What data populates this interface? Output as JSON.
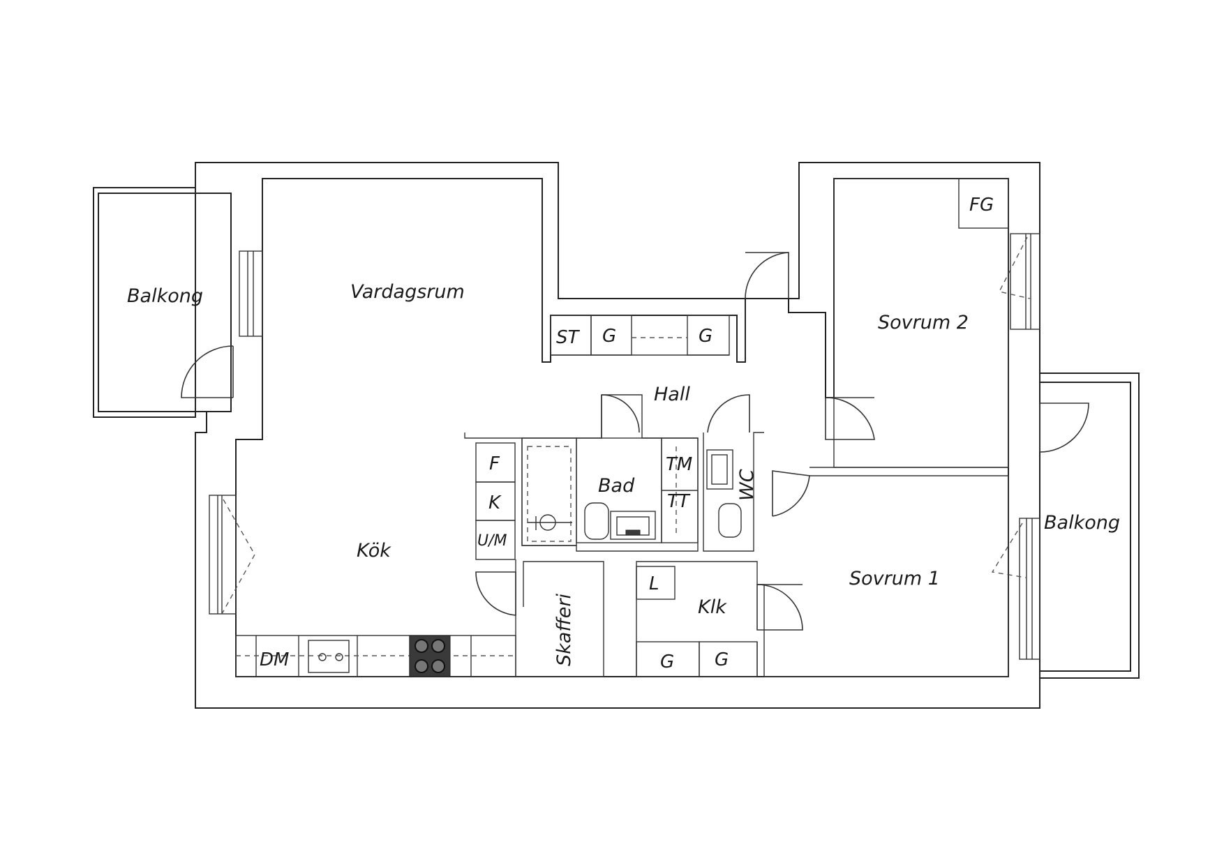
{
  "rooms": {
    "balkong_west": "Balkong",
    "vardagsrum": "Vardagsrum",
    "hall": "Hall",
    "sovrum2": "Sovrum 2",
    "bad": "Bad",
    "kok": "Kök",
    "sovrum1": "Sovrum 1",
    "balkong_east": "Balkong",
    "klk": "Klk",
    "skafferi": "Skafferi",
    "wc": "WC"
  },
  "fixtures": {
    "st": "ST",
    "g_hall_1": "G",
    "g_hall_2": "G",
    "fg": "FG",
    "f": "F",
    "k": "K",
    "um": "U/M",
    "tm": "TM",
    "tt": "TT",
    "dm": "DM",
    "l": "L",
    "g_klk_1": "G",
    "g_klk_2": "G"
  },
  "colors": {
    "line": "#222222",
    "stove": "#3a3a3a"
  }
}
